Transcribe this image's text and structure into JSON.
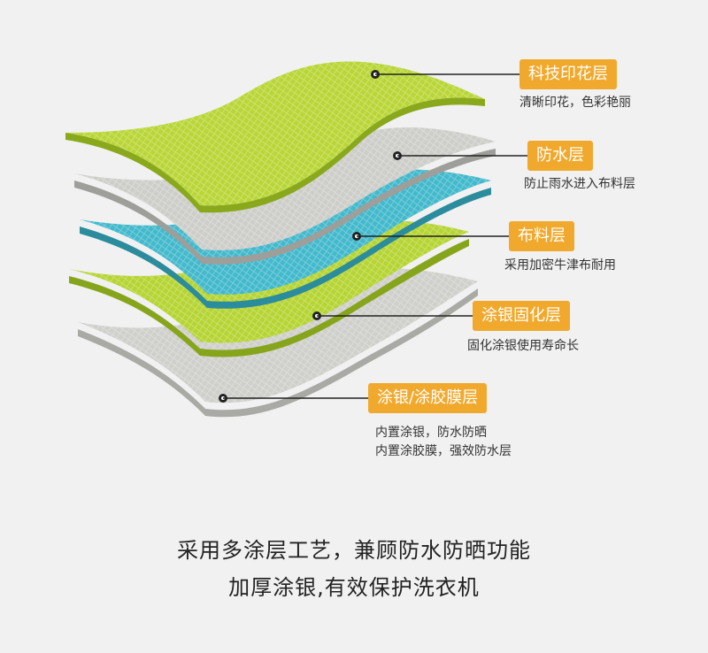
{
  "colors": {
    "background": "#f1f1f1",
    "label_bg": "#f1a92d",
    "lime": "#b7d531",
    "grey": "#c9c9c6",
    "cyan": "#3fb6c9"
  },
  "layers": [
    {
      "label": "科技印花层",
      "desc": [
        "清晰印花，色彩艳丽"
      ],
      "color": "lime"
    },
    {
      "label": "防水层",
      "desc": [
        "防止雨水进入布料层"
      ],
      "color": "grey"
    },
    {
      "label": "布料层",
      "desc": [
        "采用加密牛津布耐用"
      ],
      "color": "cyan"
    },
    {
      "label": "涂银固化层",
      "desc": [
        "固化涂银使用寿命长"
      ],
      "color": "lime"
    },
    {
      "label": "涂银/涂胶膜层",
      "desc": [
        "内置涂银，防水防晒",
        "内置涂胶膜，强效防水层"
      ],
      "color": "grey"
    }
  ],
  "caption": {
    "line1": "采用多涂层工艺，兼顾防水防晒功能",
    "line2": "加厚涂银,有效保护洗衣机"
  }
}
